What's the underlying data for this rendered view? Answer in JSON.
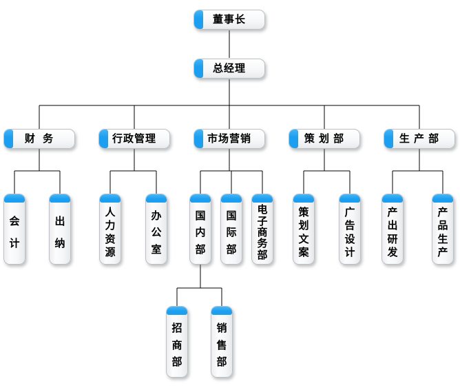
{
  "diagram": {
    "type": "organization-chart",
    "levels": 4,
    "root_label": "董事长"
  },
  "colors": {
    "accent_blue": "#1C9FF0",
    "connector_line": "#000000",
    "box_background": "#FFFFFF",
    "box_border": "#BCC1C6",
    "text": "#000000"
  },
  "nodes": {
    "chairman": {
      "label": "董事长"
    },
    "general_manager": {
      "label": "总经理"
    },
    "finance": {
      "label": "财  务"
    },
    "admin_management": {
      "label": "行政管理"
    },
    "marketing": {
      "label": "市场营销"
    },
    "planning_dept": {
      "label": "策 划 部"
    },
    "production_dept": {
      "label": "生 产 部"
    },
    "accounting": {
      "label": "会计"
    },
    "cashier": {
      "label": "出纳"
    },
    "human_resources": {
      "label": "人力资源"
    },
    "office": {
      "label": "办公室"
    },
    "domestic_dept": {
      "label": "国内部"
    },
    "international_dept": {
      "label": "国际部"
    },
    "ecommerce_dept": {
      "label": "电子商务部"
    },
    "planning_copy": {
      "label": "策划文案"
    },
    "ad_design": {
      "label": "广告设计"
    },
    "output_rd": {
      "label": "产出研发"
    },
    "product_production": {
      "label": "产品生产"
    },
    "investment_dept": {
      "label": "招商部"
    },
    "sales_dept": {
      "label": "销售部"
    }
  },
  "edges": [
    {
      "from": "chairman",
      "to": "general_manager"
    },
    {
      "from": "general_manager",
      "to": "finance"
    },
    {
      "from": "general_manager",
      "to": "admin_management"
    },
    {
      "from": "general_manager",
      "to": "marketing"
    },
    {
      "from": "general_manager",
      "to": "planning_dept"
    },
    {
      "from": "general_manager",
      "to": "production_dept"
    },
    {
      "from": "finance",
      "to": "accounting"
    },
    {
      "from": "finance",
      "to": "cashier"
    },
    {
      "from": "admin_management",
      "to": "human_resources"
    },
    {
      "from": "admin_management",
      "to": "office"
    },
    {
      "from": "marketing",
      "to": "domestic_dept"
    },
    {
      "from": "marketing",
      "to": "international_dept"
    },
    {
      "from": "marketing",
      "to": "ecommerce_dept"
    },
    {
      "from": "planning_dept",
      "to": "planning_copy"
    },
    {
      "from": "planning_dept",
      "to": "ad_design"
    },
    {
      "from": "production_dept",
      "to": "output_rd"
    },
    {
      "from": "production_dept",
      "to": "product_production"
    },
    {
      "from": "domestic_dept",
      "to": "investment_dept"
    },
    {
      "from": "domestic_dept",
      "to": "sales_dept"
    }
  ]
}
